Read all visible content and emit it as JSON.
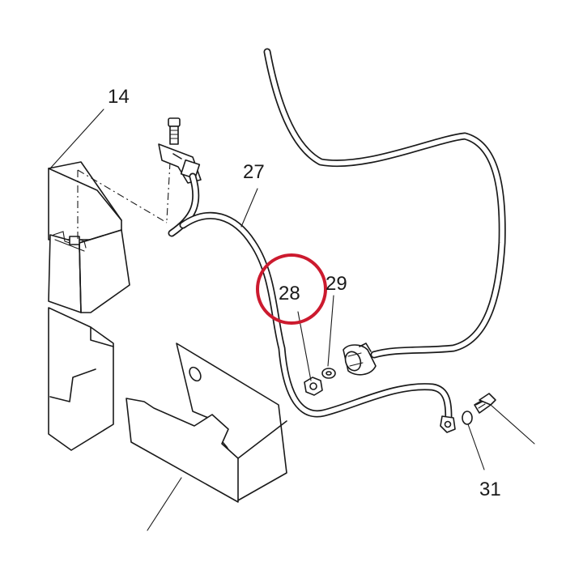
{
  "diagram": {
    "callouts": [
      {
        "id": "14",
        "label": "14"
      },
      {
        "id": "27",
        "label": "27"
      },
      {
        "id": "28",
        "label": "28"
      },
      {
        "id": "29",
        "label": "29"
      },
      {
        "id": "31",
        "label": "31"
      }
    ],
    "highlight": {
      "target": "28",
      "color": "#cc1a2e"
    },
    "line_color": "#1a1a1a",
    "background": "#ffffff"
  }
}
